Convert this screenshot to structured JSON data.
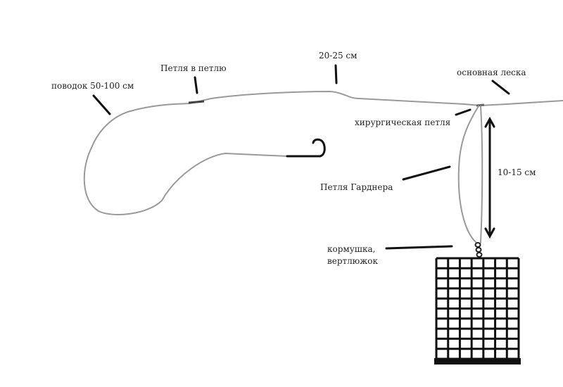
{
  "labels": {
    "leader": "поводок 50-100 см",
    "loop_to_loop": "Петля в петлю",
    "length_20_25": "20-25 см",
    "main_line": "основная леска",
    "surgeon_loop": "хирургическая петля",
    "gardner_loop": "Петля Гарднера",
    "length_10_15": "10-15 см",
    "feeder_line1": "кормушка,",
    "feeder_line2": "вертлюжок"
  },
  "colors": {
    "line": "#9a9a9a",
    "ink": "#111111"
  }
}
